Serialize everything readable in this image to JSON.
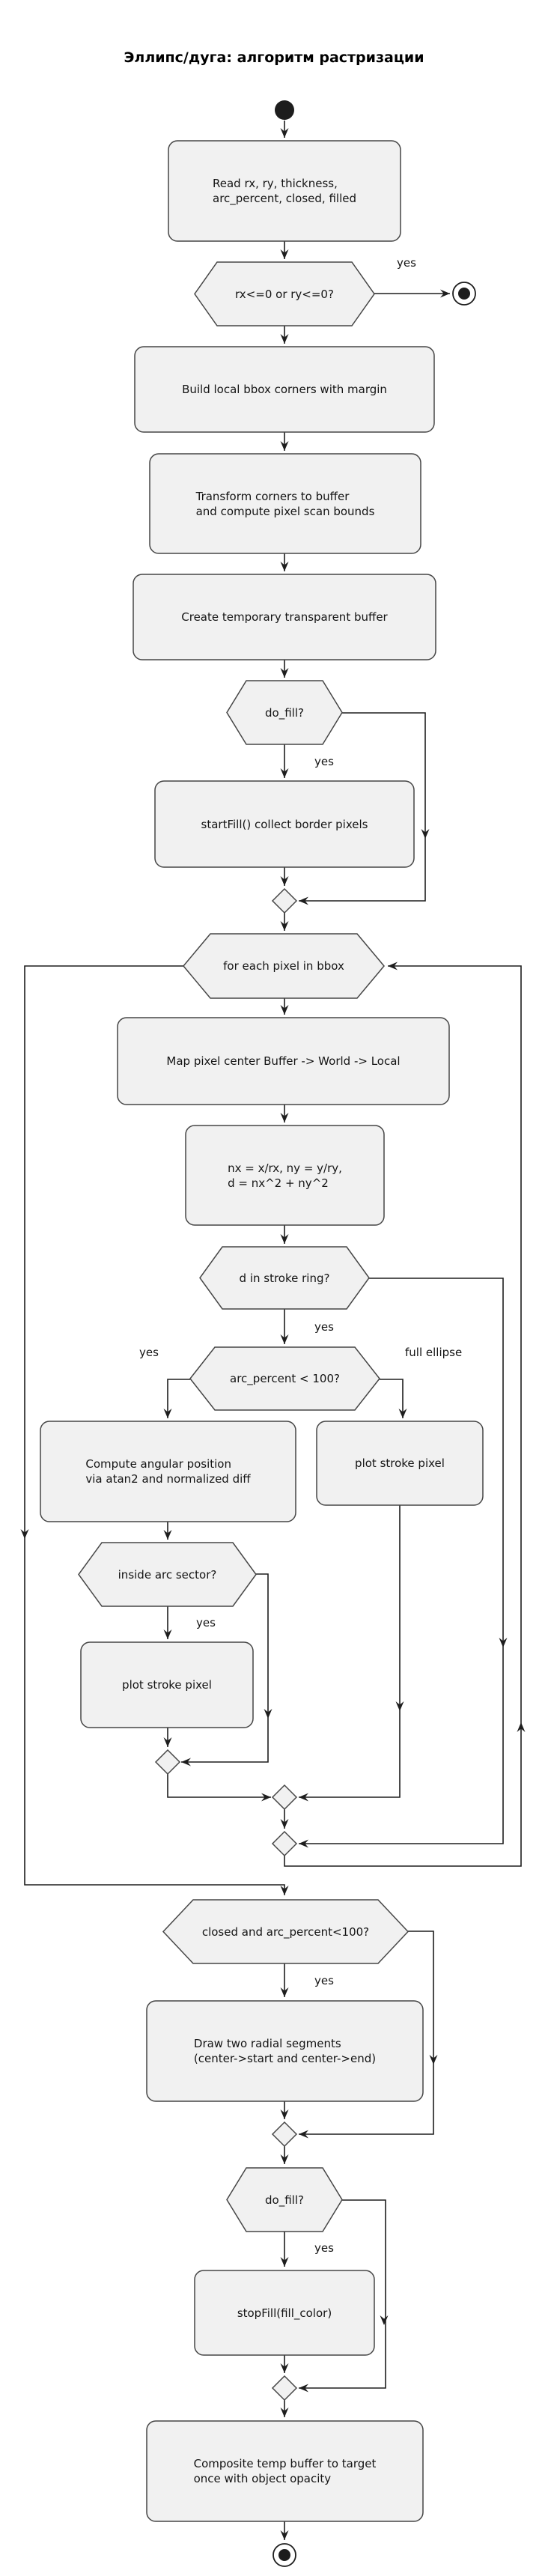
{
  "title": "Эллипс/дуга: алгоритм растризации",
  "colors": {
    "background": "#ffffff",
    "node_fill": "#f1f1f1",
    "node_border": "#464646",
    "edge": "#1e1e1e",
    "text": "#141414"
  },
  "nodes": {
    "read_input": {
      "label": "Read rx, ry, thickness,\narc_percent, closed, filled"
    },
    "check_radii": {
      "label": "rx<=0 or ry<=0?"
    },
    "build_bbox": {
      "label": "Build local bbox corners with margin"
    },
    "transform_corners": {
      "label": "Transform corners to buffer\nand compute pixel scan bounds"
    },
    "create_buffer": {
      "label": "Create temporary transparent buffer"
    },
    "do_fill_1": {
      "label": "do_fill?"
    },
    "start_fill": {
      "label": "startFill() collect border pixels"
    },
    "for_each_pixel": {
      "label": "for each pixel in bbox"
    },
    "map_pixel": {
      "label": "Map pixel center Buffer -> World -> Local"
    },
    "normalize": {
      "label": "nx = x/rx, ny = y/ry,\nd = nx^2 + ny^2"
    },
    "d_in_ring": {
      "label": "d in stroke ring?"
    },
    "arc_lt_100": {
      "label": "arc_percent < 100?"
    },
    "compute_angular": {
      "label": "Compute angular position\nvia atan2 and normalized diff"
    },
    "inside_sector": {
      "label": "inside arc sector?"
    },
    "plot_stroke_full": {
      "label": "plot stroke pixel"
    },
    "plot_stroke_arc": {
      "label": "plot stroke pixel"
    },
    "closed_check": {
      "label": "closed and arc_percent<100?"
    },
    "draw_radials": {
      "label": "Draw two radial segments\n(center->start and center->end)"
    },
    "do_fill_2": {
      "label": "do_fill?"
    },
    "stop_fill": {
      "label": "stopFill(fill_color)"
    },
    "composite": {
      "label": "Composite temp buffer to target\nonce with object opacity"
    }
  },
  "edge_labels": {
    "radii_yes": "yes",
    "fill1_yes": "yes",
    "ring_yes": "yes",
    "arc_yes": "yes",
    "arc_full": "full ellipse",
    "sector_yes": "yes",
    "closed_yes": "yes",
    "fill2_yes": "yes"
  }
}
